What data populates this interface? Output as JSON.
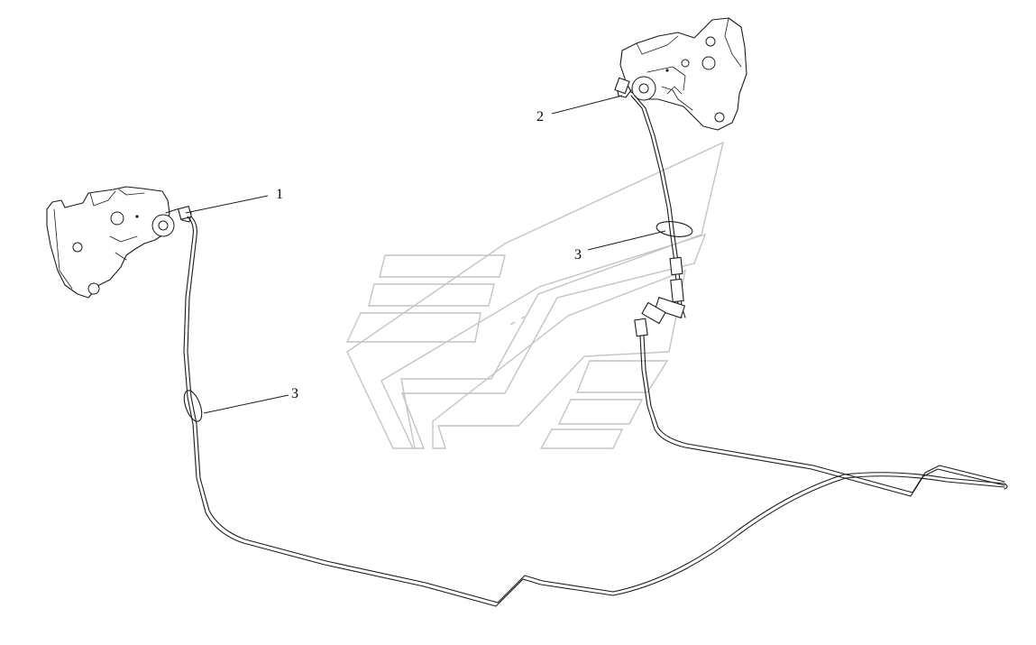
{
  "diagram": {
    "callouts": [
      {
        "id": "c1",
        "label": "1"
      },
      {
        "id": "c2",
        "label": "2"
      },
      {
        "id": "c3a",
        "label": "3"
      },
      {
        "id": "c3b",
        "label": "3"
      }
    ]
  },
  "colors": {
    "line": "#1c1c1c",
    "watermark": "#c4c4c4",
    "background": "#ffffff"
  }
}
